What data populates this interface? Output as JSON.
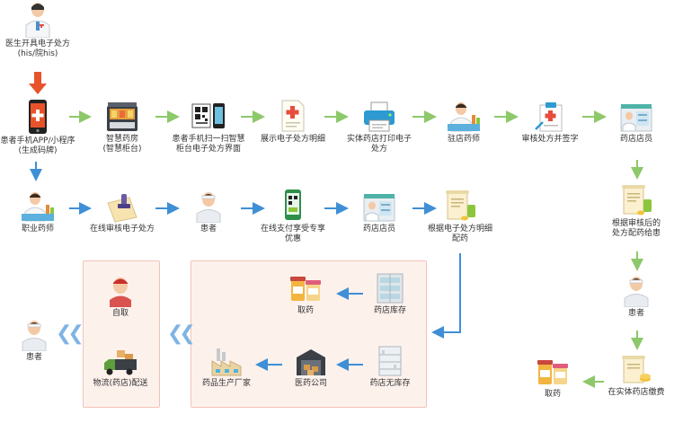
{
  "nodes": {
    "doctor": {
      "label": "医生开具电子处方",
      "sub": "(his/院his)"
    },
    "patient_app": {
      "label": "患者手机APP/小程序",
      "sub": "(生成码牌)"
    },
    "smart_pharmacy": {
      "label": "智慧药房",
      "sub": "(智慧柜台)"
    },
    "scan_screen": {
      "label": "患者手机扫一扫智慧",
      "sub": "柜台电子处方界面"
    },
    "rx_details": {
      "label": "展示电子处方明细",
      "sub": ""
    },
    "print_rx": {
      "label": "实体药店打印电子",
      "sub": "处方"
    },
    "pharmacist_a": {
      "label": "驻店药师",
      "sub": ""
    },
    "review_sign": {
      "label": "审核处方并签字",
      "sub": ""
    },
    "store_clerk_a": {
      "label": "药店店员",
      "sub": ""
    },
    "licensed_pharmacist": {
      "label": "职业药师",
      "sub": ""
    },
    "online_review": {
      "label": "在线审核电子处方",
      "sub": ""
    },
    "patient_b": {
      "label": "患者",
      "sub": ""
    },
    "online_pay": {
      "label": "在线支付享受专享",
      "sub": "优惠"
    },
    "store_clerk_b": {
      "label": "药店店员",
      "sub": ""
    },
    "pick_by_rx": {
      "label": "根据电子处方明细",
      "sub": "配药"
    },
    "dispense_after_review": {
      "label": "根据审核后的",
      "sub": "处方配药给患"
    },
    "patient_c": {
      "label": "患者",
      "sub": ""
    },
    "store_pay": {
      "label": "在实体药店缴费",
      "sub": ""
    },
    "take_medicine_r": {
      "label": "取药",
      "sub": ""
    },
    "take_medicine_m": {
      "label": "取药",
      "sub": ""
    },
    "store_stock": {
      "label": "药店库存",
      "sub": ""
    },
    "no_stock": {
      "label": "药店无库存",
      "sub": ""
    },
    "pharma_company": {
      "label": "医药公司",
      "sub": ""
    },
    "manufacturer": {
      "label": "药品生产厂家",
      "sub": ""
    },
    "self_pickup": {
      "label": "自取",
      "sub": ""
    },
    "delivery": {
      "label": "物流(药店)配送",
      "sub": ""
    },
    "patient_d": {
      "label": "患者",
      "sub": ""
    }
  },
  "colors": {
    "green_arrow": "#8dc86a",
    "blue_arrow": "#3f8fd6",
    "red_arrow": "#e8532b",
    "panel_border": "#f2c3b6",
    "panel_fill": "#fdf1ec"
  },
  "icons": {
    "doctor": "doctor-icon",
    "phone": "phone-icon",
    "cabinet": "pharmacy-cabinet-icon",
    "scan": "qr-scan-icon",
    "document": "prescription-icon",
    "printer": "printer-icon",
    "pharmacist": "pharmacist-icon",
    "clipboard": "clipboard-icon",
    "counter": "pharmacy-counter-icon",
    "stamp": "stamp-icon",
    "patient": "patient-icon",
    "mobile_pay": "mobile-pay-icon",
    "scroll": "prescription-scroll-icon",
    "jars": "medicine-jars-icon",
    "shelf": "shelf-icon",
    "warehouse": "warehouse-icon",
    "factory": "factory-icon",
    "person": "person-icon",
    "truck": "truck-icon",
    "chevrons": "chevron-left-icon"
  }
}
